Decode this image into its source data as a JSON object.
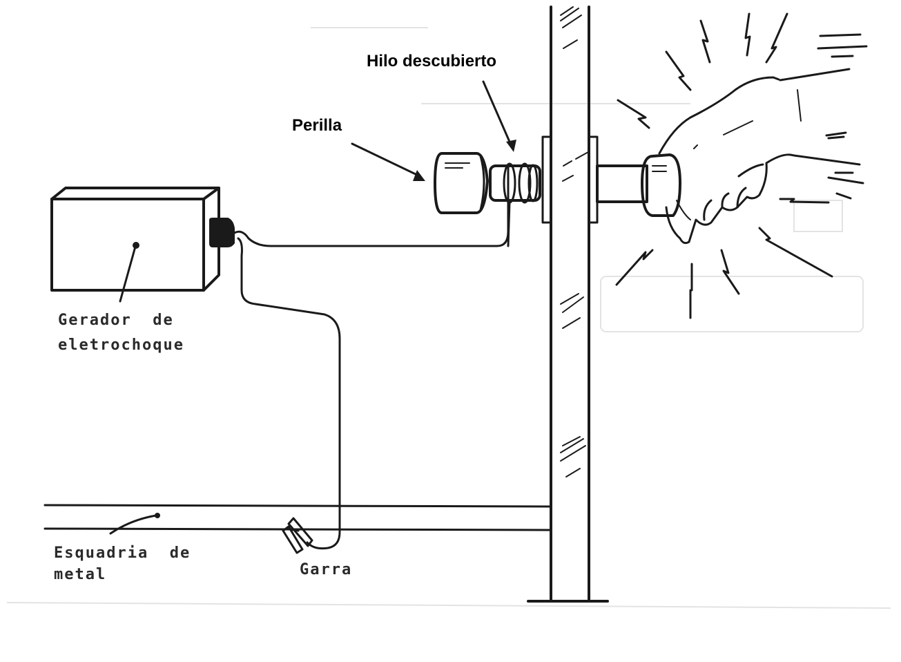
{
  "diagram": {
    "title": "Electroshock door knob trap",
    "colors": {
      "ink": "#1a1a1a",
      "background": "#ffffff",
      "ghost": "#e3e3e3"
    },
    "labels": {
      "exposed_wire": "Hilo descubierto",
      "knob": "Perilla",
      "generator_line1": "Gerador  de",
      "generator_line2": "eletrochoque",
      "frame_line1": "Esquadria  de",
      "frame_line2": "metal",
      "clamp": "Garra"
    },
    "components": [
      {
        "id": "generator",
        "name": "Gerador de eletrochoque"
      },
      {
        "id": "knob",
        "name": "Perilla"
      },
      {
        "id": "exposed-wire",
        "name": "Hilo descubierto"
      },
      {
        "id": "metal-frame",
        "name": "Esquadria de metal"
      },
      {
        "id": "clamp",
        "name": "Garra"
      },
      {
        "id": "door",
        "name": "door with glass panel"
      },
      {
        "id": "hand",
        "name": "hand gripping knob with shock marks"
      }
    ]
  }
}
